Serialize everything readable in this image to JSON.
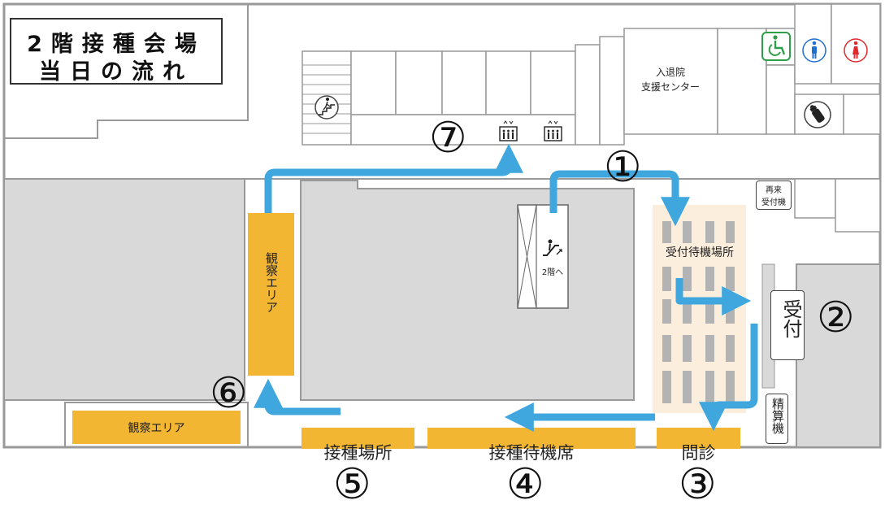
{
  "title": {
    "line1": "2階接種会場",
    "line2": "当日の流れ"
  },
  "labels": {
    "admission_support": [
      "入退院",
      "支援センター"
    ],
    "revisit_machine": [
      "再来",
      "受付機"
    ],
    "waiting_area": "受付待機場所",
    "reception": "受付",
    "payment_machine": "精算機",
    "observation_area_vertical": "観察エリア",
    "observation_area_horizontal": "観察エリア",
    "vaccination_place": "接種場所",
    "vaccination_waiting": "接種待機席",
    "consultation": "問診",
    "escalator_to_2f": "2階へ"
  },
  "steps": [
    "①",
    "②",
    "③",
    "④",
    "⑤",
    "⑥",
    "⑦"
  ],
  "icons": {
    "stairs": "stairs-icon",
    "elevator": "elevator-icon",
    "escalator": "escalator-icon",
    "wheelchair": "wheelchair-icon",
    "male_restroom": "male-restroom-icon",
    "female_restroom": "female-restroom-icon",
    "nursing": "baby-bottle-icon"
  },
  "colors": {
    "route_arrow": "#3fa7dd",
    "observation_area": "#f2b632",
    "waiting_area": "#fbeedd",
    "wall": "#999999",
    "block_fill": "#d9d9d9",
    "wheelchair_green": "#2f9e48",
    "male_blue": "#1f6fd1",
    "female_red": "#e0292d"
  }
}
